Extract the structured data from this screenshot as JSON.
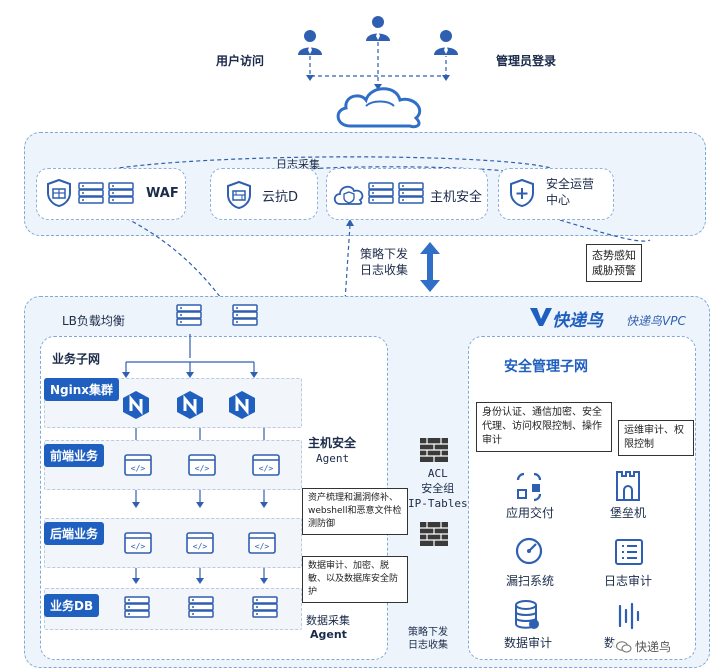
{
  "top": {
    "user_access": "用户访问",
    "admin_login": "管理员登录"
  },
  "cloud_region": {
    "log_collect": "日志采集",
    "waf": "WAF",
    "anti_ddos": "云抗D",
    "host_security": "主机安全",
    "soc": "安全运营\n中心",
    "situation": "态势感知\n威胁预警"
  },
  "link": {
    "policy_log": "策略下发\n日志收集"
  },
  "vpc": {
    "lb": "LB负载均衡",
    "brand": "快递鸟",
    "brand_vpc": "快递鸟VPC",
    "business_subnet": "业务子网",
    "nginx": "Nginx集群",
    "frontend": "前端业务",
    "backend": "后端业务",
    "db": "业务DB",
    "host_security": "主机安全",
    "agent": "Agent",
    "note_host": "资产梳理和漏洞修补、webshell和恶意文件检测防御",
    "note_db": "数据审计、加密、脱敏、以及数据库安全防护",
    "data_collect": "数据采集",
    "agent2": "Agent",
    "acl": "ACL\n安全组\nIP-Tables",
    "policy_bottom": "策略下发\n日志收集"
  },
  "security_subnet": {
    "title": "安全管理子网",
    "note_app": "身份认证、通信加密、安全代理、访问权限控制、操作审计",
    "note_bastion": "运维审计、权限控制",
    "app_delivery": "应用交付",
    "bastion": "堡垒机",
    "scan": "漏扫系统",
    "log_audit": "日志审计",
    "data_audit": "数据审计",
    "data_last": "数",
    "watermark": "快递鸟"
  }
}
